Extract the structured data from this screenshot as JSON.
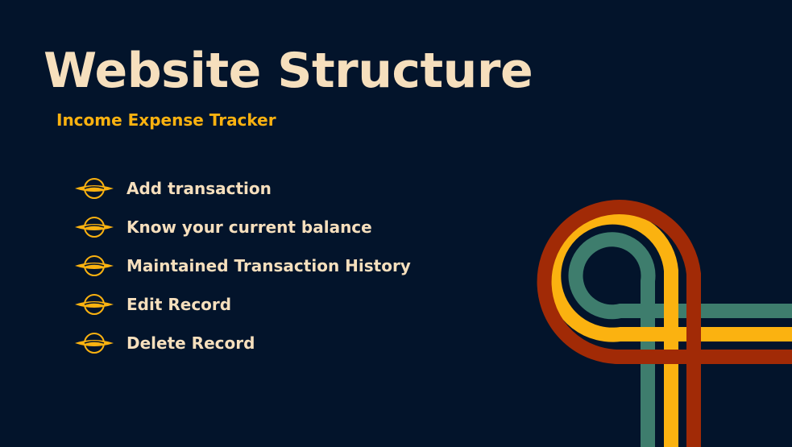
{
  "slide": {
    "title": "Website Structure",
    "subtitle": "Income Expense Tracker",
    "items": [
      {
        "label": "Add transaction",
        "icon": "planet-icon"
      },
      {
        "label": "Know your current balance",
        "icon": "planet-icon"
      },
      {
        "label": "Maintained Transaction History",
        "icon": "planet-icon"
      },
      {
        "label": "Edit Record",
        "icon": "planet-icon"
      },
      {
        "label": "Delete Record",
        "icon": "planet-icon"
      }
    ]
  },
  "colors": {
    "background": "#03142b",
    "title": "#f6dfbd",
    "accent": "#fbb210",
    "stripe_red": "#a12a06",
    "stripe_yellow": "#fbb210",
    "stripe_green": "#3e7d6d"
  }
}
